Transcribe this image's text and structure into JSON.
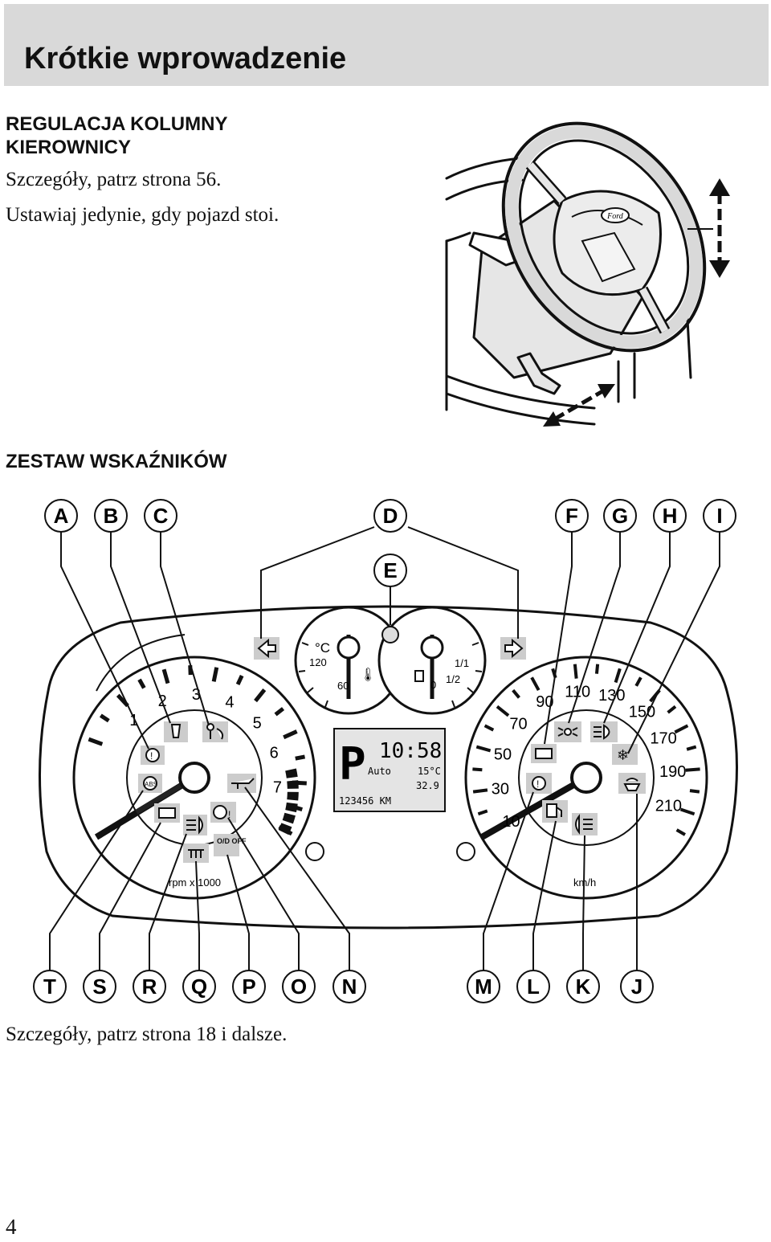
{
  "header": {
    "title": "Krótkie wprowadzenie"
  },
  "steering": {
    "heading_line1": "REGULACJA KOLUMNY",
    "heading_line2": "KIEROWNICY",
    "text_line1": "Szczegóły, patrz strona 56.",
    "text_line2": "Ustawiaj jedynie, gdy pojazd stoi.",
    "badge": "Ford"
  },
  "cluster": {
    "heading": "ZESTAW WSKAŹNIKÓW",
    "top_callouts": [
      "A",
      "B",
      "C",
      "D",
      "F",
      "G",
      "H",
      "I"
    ],
    "mid_callout": "E",
    "bottom_callouts": [
      "T",
      "S",
      "R",
      "Q",
      "P",
      "O",
      "N",
      "M",
      "L",
      "K",
      "J"
    ],
    "tachometer": {
      "labels": [
        "1",
        "2",
        "3",
        "4",
        "5",
        "6",
        "7"
      ],
      "unit": "rpm x 1000"
    },
    "temp_gauge": {
      "unit": "°C",
      "labels": [
        "120",
        "60"
      ]
    },
    "fuel_gauge": {
      "labels": [
        "1/1",
        "1/2",
        "0"
      ]
    },
    "speedometer": {
      "labels": [
        "10",
        "30",
        "50",
        "70",
        "90",
        "110",
        "130",
        "150",
        "170",
        "190",
        "210"
      ],
      "unit": "km/h"
    },
    "display": {
      "gear": "P",
      "clock": "10:58",
      "mode": "Auto",
      "outside_temp": "15°C",
      "value": "32.9",
      "odometer": "123456 KM"
    },
    "warning_labels": {
      "abs": "ABS",
      "od_off": "O/D OFF"
    },
    "footer_text": "Szczegóły, patrz strona 18 i dalsze."
  },
  "page_number": "4"
}
